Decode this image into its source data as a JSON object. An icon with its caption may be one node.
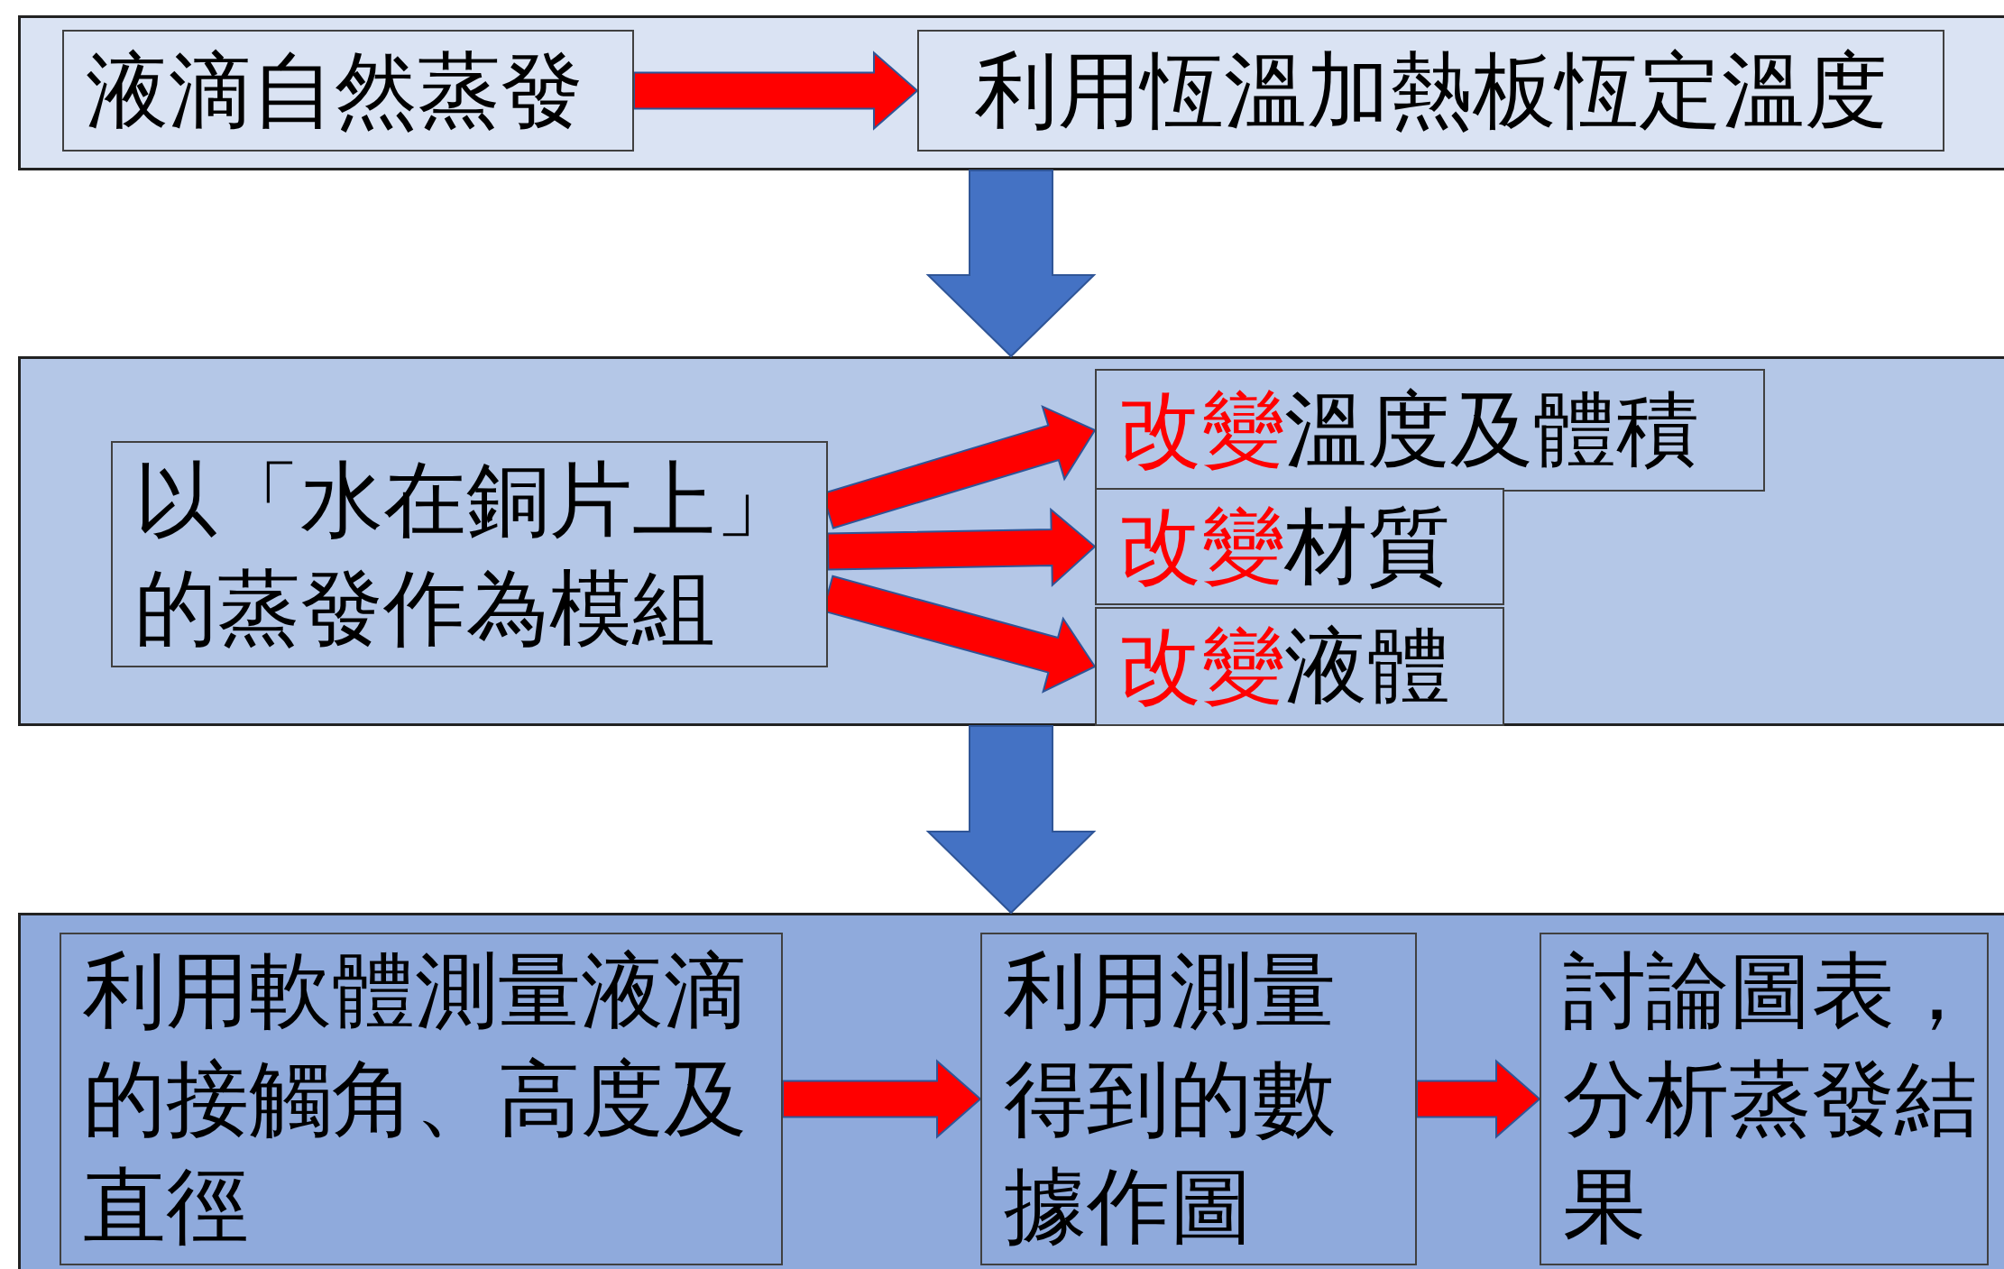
{
  "diagram": {
    "nodes": [
      {
        "text": [],
        "shape": "box"
      },
      {
        "text": [
          "液滴自然蒸發"
        ],
        "in": 0
      },
      {
        "text": [
          "利用恆溫加熱板恆定溫度"
        ],
        "in": 0
      },
      {
        "text": [],
        "shape": "box"
      },
      {
        "text": [
          "以「水在銅片上」的蒸發作為模組"
        ],
        "in": 3
      },
      {
        "text": [
          "改變",
          "溫度及體積"
        ],
        "in": 3
      },
      {
        "text": [
          "改變",
          "材質"
        ],
        "in": 3
      },
      {
        "text": [
          "改變",
          "液體"
        ],
        "in": 3
      },
      {
        "text": [],
        "shape": "box"
      },
      {
        "text": [
          "利用軟體測量液滴的接觸角、高度及直徑"
        ],
        "in": 8
      },
      {
        "text": [
          "利用測量得到的數據作圖"
        ],
        "in": 8
      },
      {
        "text": [
          "討論圖表，分析蒸發結果"
        ],
        "in": 8
      }
    ],
    "edges": [
      {
        "from": 1,
        "to": 2,
        "arrow": "to"
      },
      {
        "from": 0,
        "to": 3,
        "arrow": "to",
        "color": "#4472c4"
      },
      {
        "from": 4,
        "to": 5,
        "arrow": "to"
      },
      {
        "from": 4,
        "to": 6,
        "arrow": "to"
      },
      {
        "from": 4,
        "to": 7,
        "arrow": "to"
      },
      {
        "from": 3,
        "to": 8,
        "arrow": "to",
        "color": "#4472c4"
      },
      {
        "from": 9,
        "to": 10,
        "arrow": "to"
      },
      {
        "from": 10,
        "to": 11,
        "arrow": "to"
      }
    ]
  }
}
